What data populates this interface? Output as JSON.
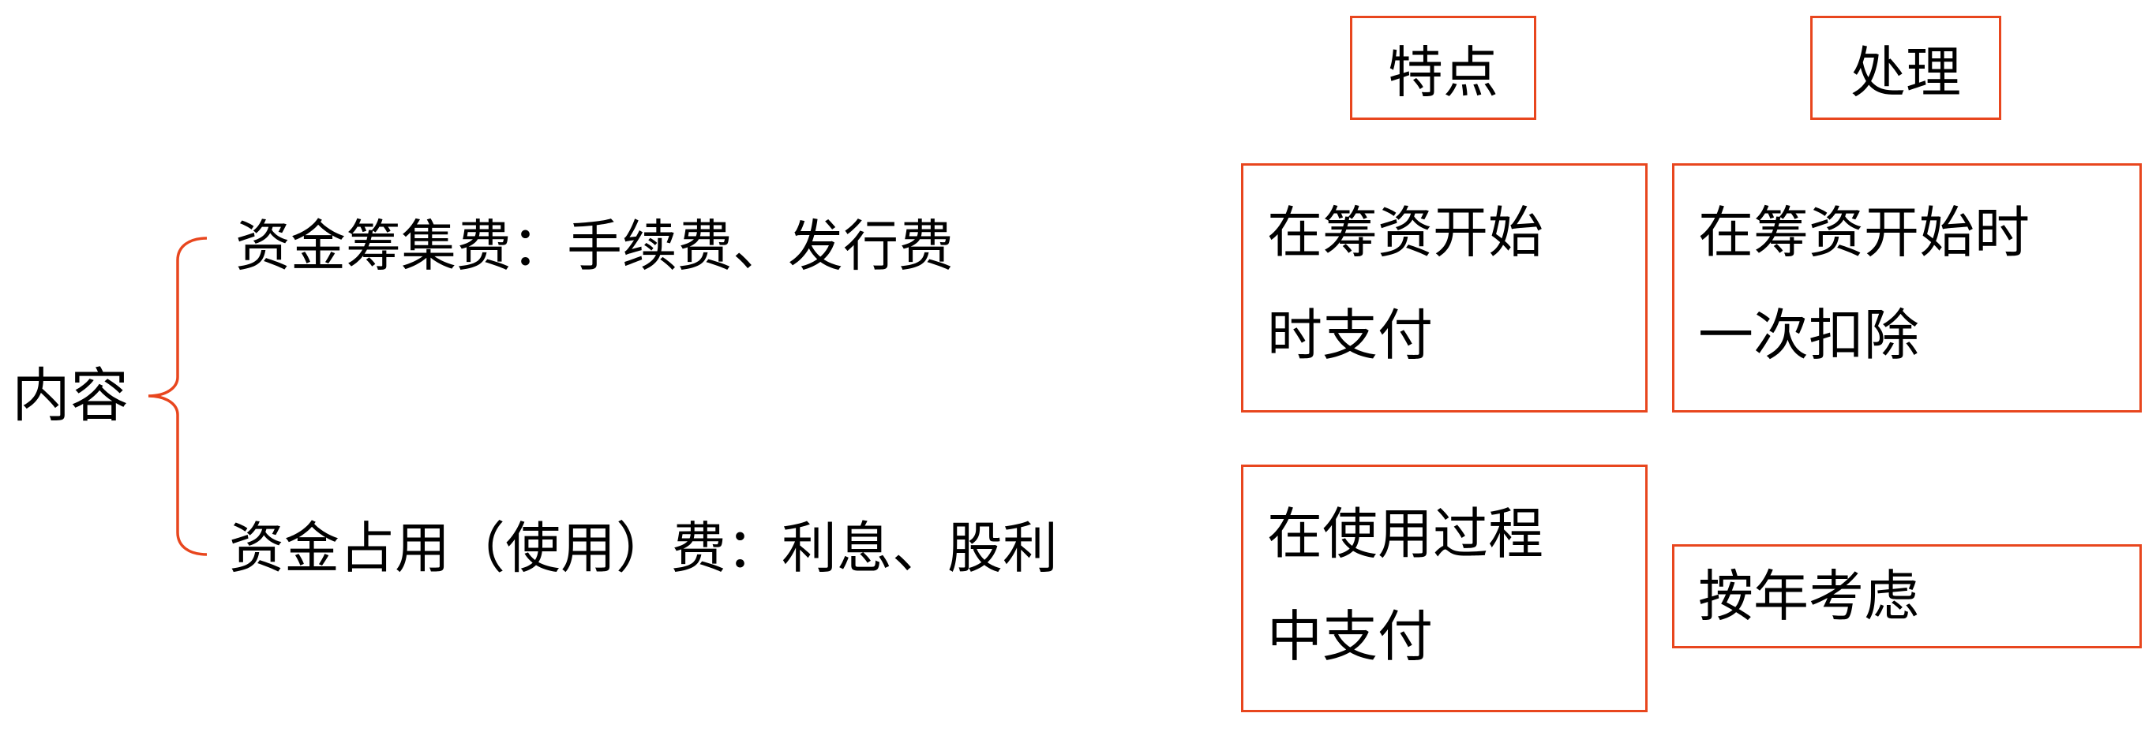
{
  "root_label": "内容",
  "branches": [
    "资金筹集费：手续费、发行费",
    "资金占用（使用）费：利息、股利"
  ],
  "headers": {
    "feature": "特点",
    "treatment": "处理"
  },
  "cells": {
    "raise_feature": [
      "在筹资开始",
      "时支付"
    ],
    "raise_treatment": [
      "在筹资开始时",
      "一次扣除"
    ],
    "use_feature": [
      "在使用过程",
      "中支付"
    ],
    "use_treatment": [
      "按年考虑"
    ]
  },
  "colors": {
    "accent": "#E8461E"
  }
}
